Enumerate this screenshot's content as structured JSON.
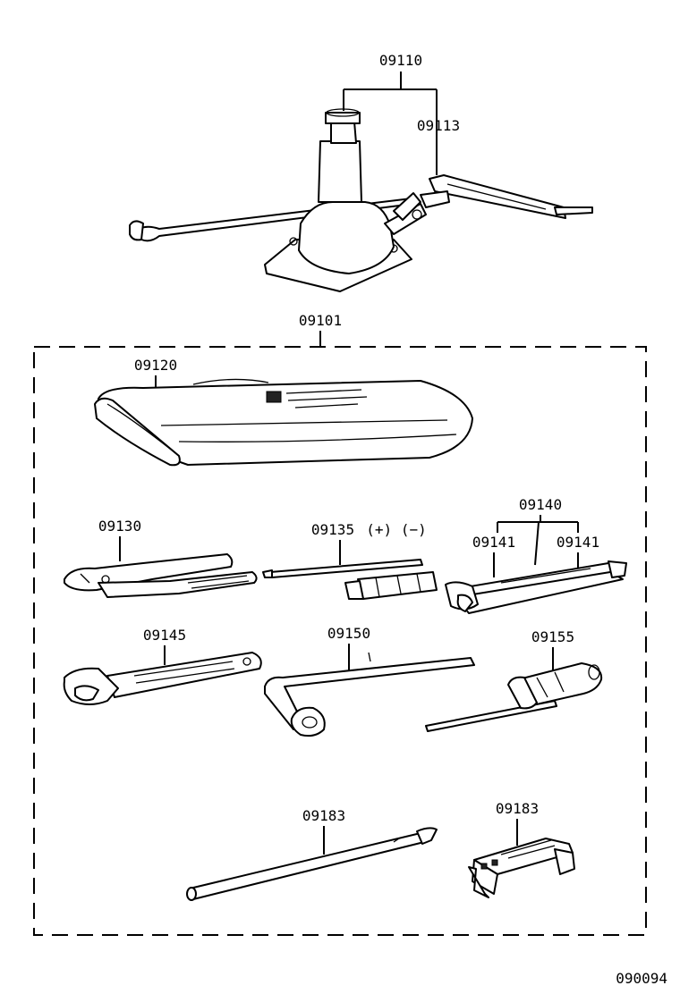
{
  "labels": {
    "jack_assembly": "09110",
    "jack_handle": "09113",
    "tool_set": "09101",
    "tool_bag": "09120",
    "pliers": "09130",
    "screwdriver": "09135",
    "screwdriver_signs": "(+) (−)",
    "wrench_set": "09140",
    "wrench_left": "09141",
    "wrench_right": "09141",
    "adjustable_wrench": "09145",
    "lug_wrench": "09150",
    "socket_wrench": "09155",
    "pry_bar": "09183",
    "clamp": "09183",
    "figure_code": "090094"
  }
}
